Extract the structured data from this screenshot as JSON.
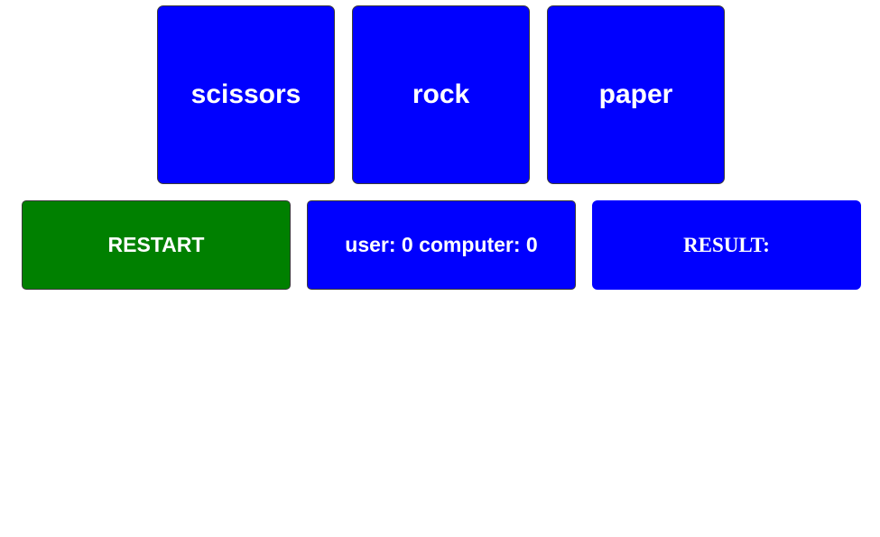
{
  "choices": [
    {
      "label": "scissors"
    },
    {
      "label": "rock"
    },
    {
      "label": "paper"
    }
  ],
  "controls": {
    "restart_label": "RESTART"
  },
  "score": {
    "text": "user: 0 computer: 0",
    "user": 0,
    "computer": 0
  },
  "result": {
    "text": "RESULT:"
  },
  "colors": {
    "choice_bg": "#0000ff",
    "restart_bg": "#008000",
    "text": "#ffffff"
  }
}
